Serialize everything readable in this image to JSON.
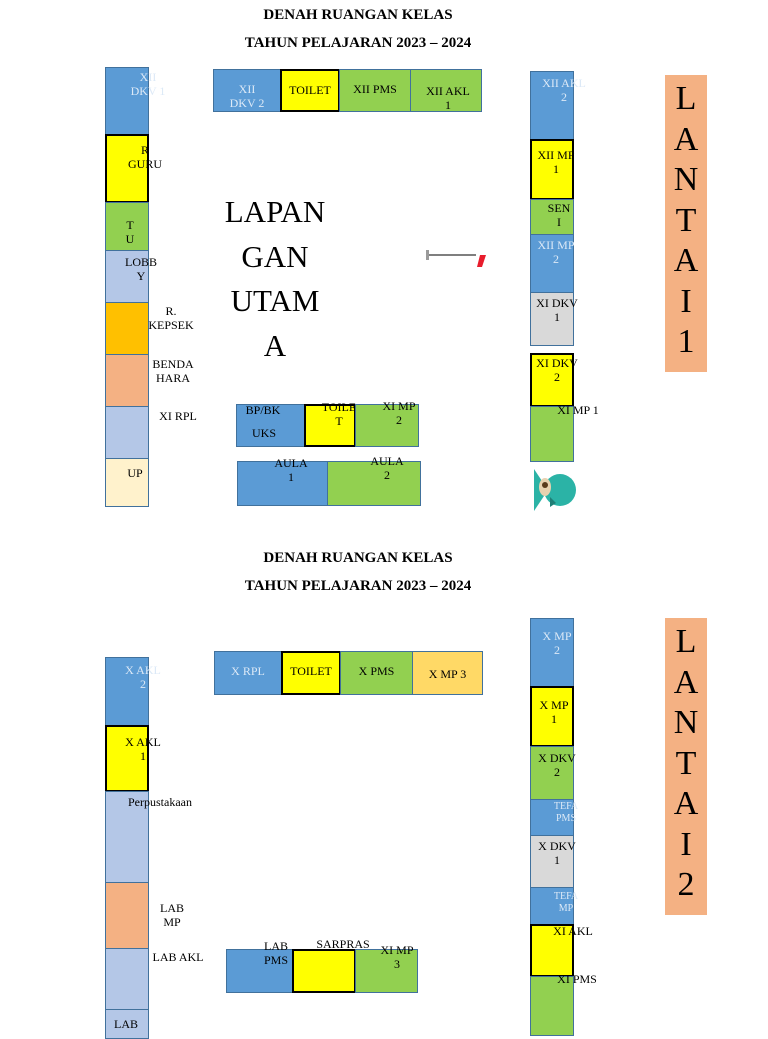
{
  "floor1": {
    "title": "DENAH RUANGAN KELAS",
    "year": "TAHUN PELAJARAN 2023 – 2024",
    "field": "LAPAN\nGAN\nUTAM\nA",
    "lantai": "L\nA\nN\nT\nA\nI\n1",
    "rooms": {
      "xii_dkv1": "XII\nDKV 1",
      "r_guru": "R\nGURU",
      "tu": "T\nU",
      "lobby": "LOBB\nY",
      "r_kepsek": "R.\nKEPSEK",
      "bendahara": "BENDA\nHARA",
      "xi_rpl": "XI RPL",
      "up": "UP",
      "xii_dkv2": "XII\nDKV 2",
      "toilet": "TOILET",
      "xii_pms": "XII PMS",
      "xii_akl1": "XII AKL\n1",
      "xii_akl2": "XII AKL\n2",
      "xii_mp1": "XII MP\n1",
      "seni": "SEN\nI",
      "xii_mp2": "XII MP\n2",
      "xi_dkv1": "XI DKV\n1",
      "xi_dkv2": "XI DKV\n2",
      "xi_mp1": "XI MP 1",
      "bp_bk": "BP/BK",
      "uks": "UKS",
      "toilet2": "TOILE\nT",
      "xi_mp2": "XI MP\n2",
      "aula1": "AULA\n1",
      "aula2": "AULA\n2"
    }
  },
  "floor2": {
    "title": "DENAH RUANGAN KELAS",
    "year": "TAHUN PELAJARAN 2023 – 2024",
    "lantai": "L\nA\nN\nT\nA\nI\n2",
    "rooms": {
      "x_akl2": "X AKL\n2",
      "x_akl1": "X AKL\n1",
      "perpustakaan": "Perpustakaan",
      "lab_mp": "LAB\nMP",
      "lab_akl": "LAB AKL",
      "lab": "LAB",
      "x_rpl": "X RPL",
      "toilet": "TOILET",
      "x_pms": "X PMS",
      "x_mp3": "X MP 3",
      "x_mp2": "X MP\n2",
      "x_mp1": "X MP\n1",
      "x_dkv2": "X DKV\n2",
      "tefa_pms": "TEFA\nPMS",
      "x_dkv1": "X DKV\n1",
      "tefa_mp": "TEFA\nMP",
      "xi_akl": "XI AKL",
      "xi_pms": "XI PMS",
      "lab_pms": "LAB\nPMS",
      "sarpras": "SARPRAS",
      "xi_mp3": "XI MP\n3"
    }
  }
}
